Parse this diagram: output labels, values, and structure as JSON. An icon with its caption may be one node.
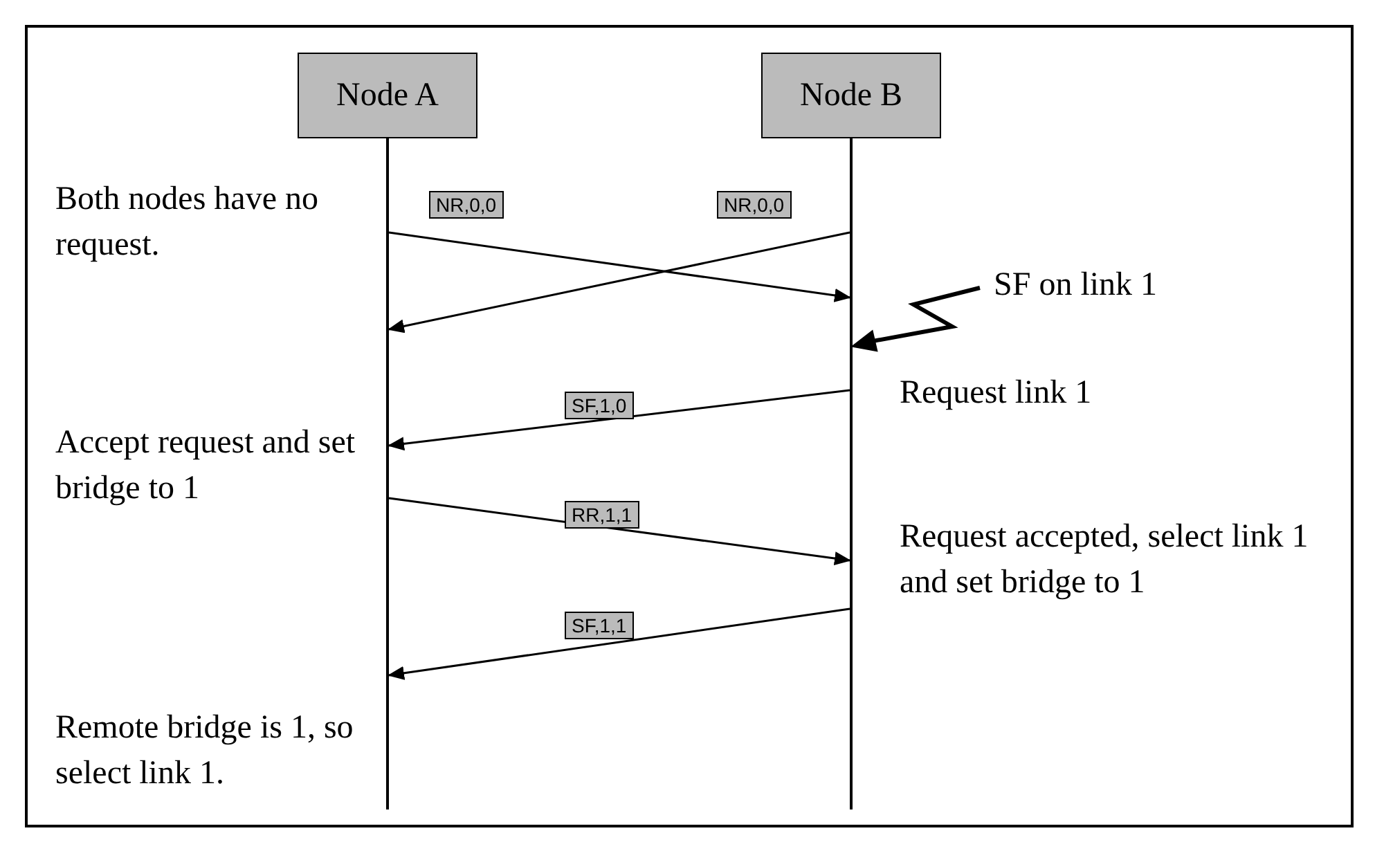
{
  "diagram": {
    "nodes": [
      {
        "text": [
          "Node A"
        ]
      },
      {
        "text": [
          "Node B"
        ]
      },
      {
        "text": [],
        "shape": "line"
      },
      {
        "text": [],
        "shape": "line"
      }
    ],
    "edges": [
      {
        "from": 2,
        "to": 3,
        "arrow": "to",
        "label": "NR,0,0"
      },
      {
        "from": 3,
        "to": 2,
        "arrow": "to",
        "label": "NR,0,0"
      },
      {
        "from": 3,
        "to": 2,
        "arrow": "to",
        "label": "SF,1,0"
      },
      {
        "from": 2,
        "to": 3,
        "arrow": "to",
        "label": "RR,1,1"
      },
      {
        "from": 3,
        "to": 2,
        "arrow": "to",
        "label": "SF,1,1"
      }
    ],
    "labels": [
      "Both nodes have no request.",
      "SF on link 1",
      "Request link 1",
      "Accept request and set bridge to 1",
      "Request accepted, select link 1 and set bridge to 1",
      "Remote bridge is 1, so select link 1."
    ]
  }
}
